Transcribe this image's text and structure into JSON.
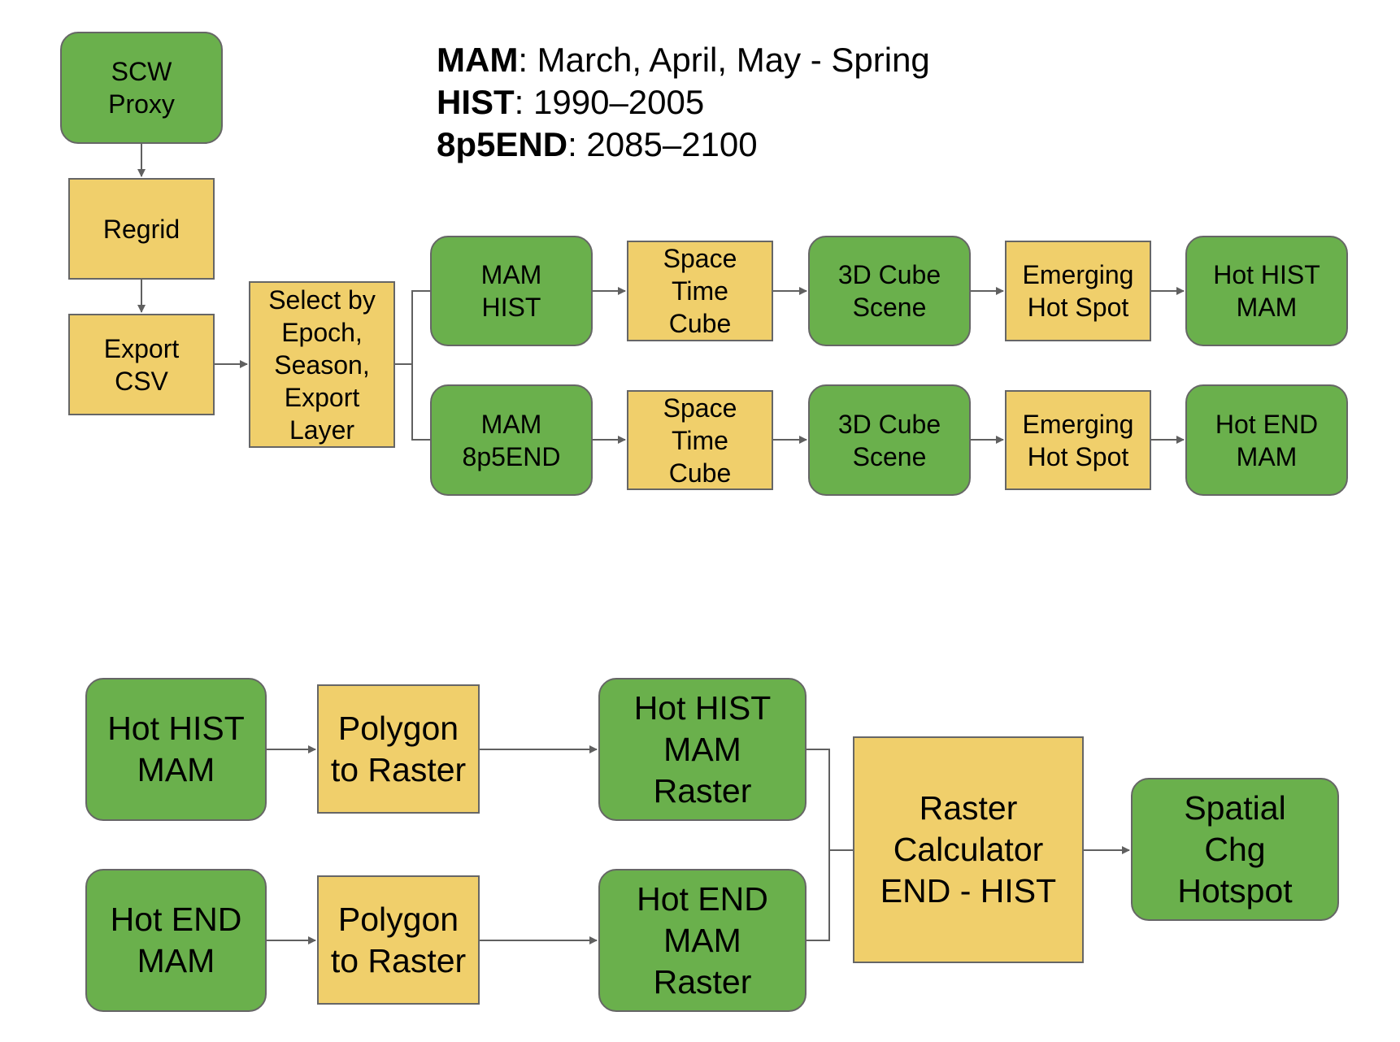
{
  "colors": {
    "process_green": "#6ab04c",
    "tool_yellow": "#f0cf6b",
    "connector": "#606060",
    "border": "#666666"
  },
  "legend": [
    {
      "term": "MAM",
      "definition": ": March, April, May - Spring"
    },
    {
      "term": "HIST",
      "definition": ": 1990–2005"
    },
    {
      "term": "8p5END",
      "definition": ": 2085–2100"
    }
  ],
  "workflow_top": {
    "scw_proxy": "SCW\nProxy",
    "regrid": "Regrid",
    "export_csv": "Export\nCSV",
    "select_by_epoch": "Select by\nEpoch,\nSeason,\nExport\nLayer",
    "row_hist": {
      "input": "MAM\nHIST",
      "space_time_cube": "Space\nTime\nCube",
      "cube_scene": "3D Cube\nScene",
      "emerging_hot_spot": "Emerging\nHot Spot",
      "output": "Hot HIST\nMAM"
    },
    "row_end": {
      "input": "MAM\n8p5END",
      "space_time_cube": "Space\nTime\nCube",
      "cube_scene": "3D Cube\nScene",
      "emerging_hot_spot": "Emerging\nHot Spot",
      "output": "Hot END\nMAM"
    }
  },
  "workflow_bottom": {
    "hist_input": "Hot HIST\nMAM",
    "hist_polygon_to_raster": "Polygon\nto Raster",
    "hist_raster": "Hot HIST\nMAM\nRaster",
    "end_input": "Hot END\nMAM",
    "end_polygon_to_raster": "Polygon\nto Raster",
    "end_raster": "Hot END\nMAM\nRaster",
    "raster_calculator": "Raster\nCalculator\nEND - HIST",
    "output": "Spatial\nChg\nHotspot"
  }
}
